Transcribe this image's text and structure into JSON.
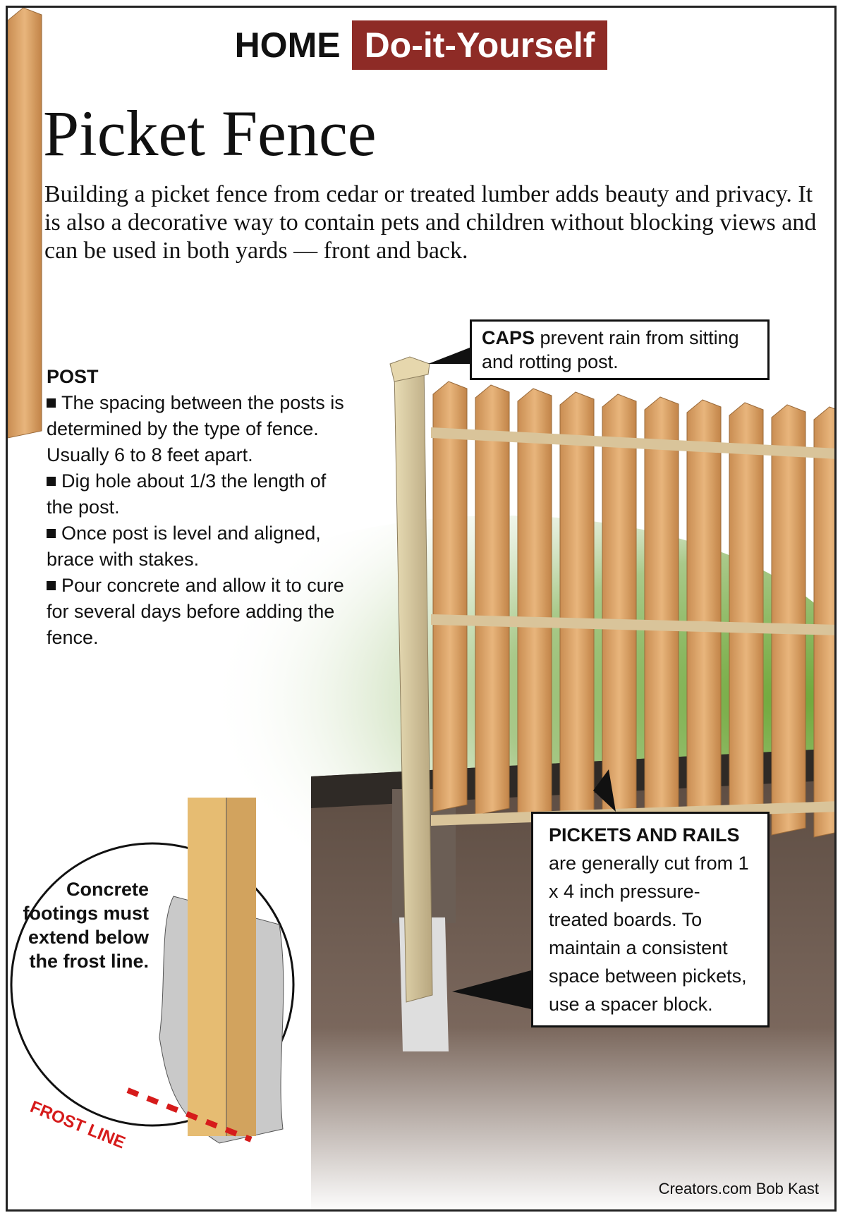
{
  "header": {
    "home": "HOME",
    "series": "Do-it-Yourself"
  },
  "title": "Picket Fence",
  "intro": "Building a picket fence from cedar or treated lumber adds beauty and privacy. It is also a decorative way to contain pets and children without blocking views and can be used in both yards — front and back.",
  "post": {
    "heading": "POST",
    "bullets": [
      "The spacing between the posts is determined by the type of fence. Usually 6 to 8 feet apart.",
      "Dig hole about 1/3 the length of the post.",
      "Once post is level and aligned, brace with stakes.",
      "Pour concrete and allow it to cure for several days before adding the fence."
    ]
  },
  "caps": {
    "bold": "CAPS",
    "text": " prevent rain from sitting and rotting post."
  },
  "pickets": {
    "bold": "PICKETS AND RAILS",
    "text": " are generally cut from 1 x 4 inch pressure-treated boards. To maintain a consistent space between pickets, use a spacer block."
  },
  "footing": "Concrete footings must extend below the frost line.",
  "frost_label": "FROST LINE",
  "credit": "Creators.com Bob Kast",
  "colors": {
    "accent": "#8e2b26",
    "frost": "#d61b1b"
  }
}
